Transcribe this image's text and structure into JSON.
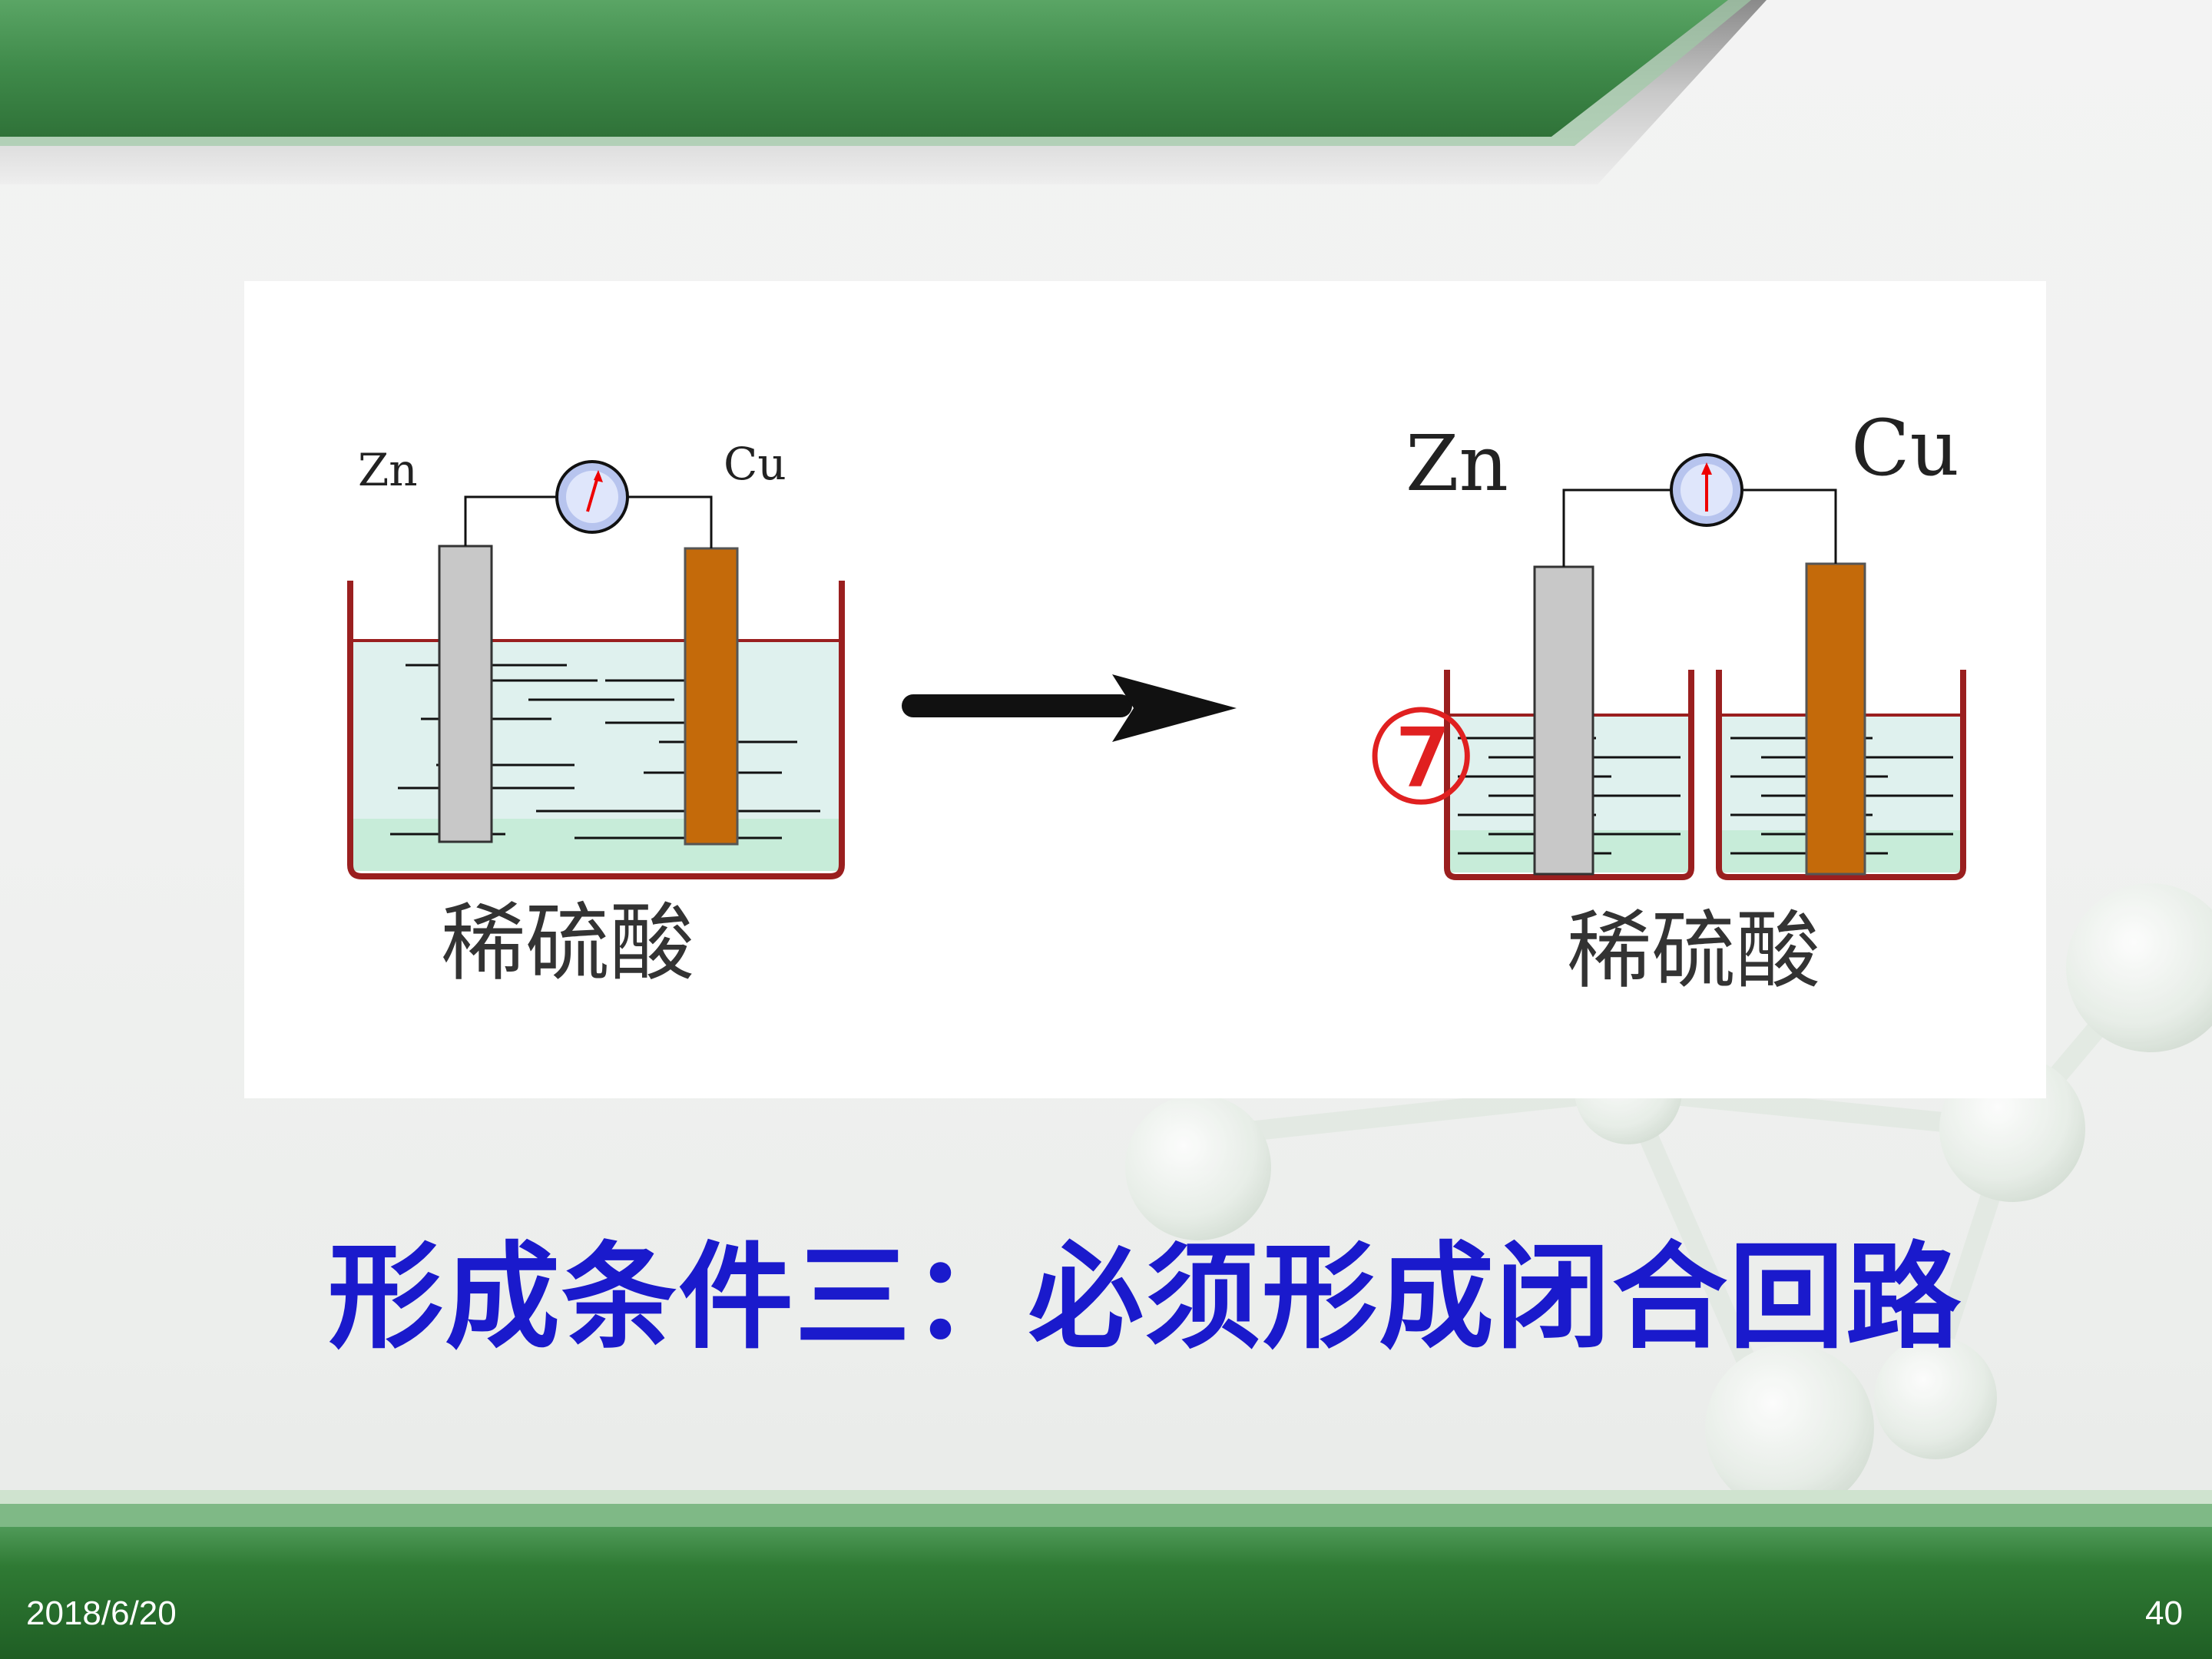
{
  "diagram": {
    "left_cell": {
      "zn_label": "Zn",
      "cu_label": "Cu",
      "solution_label": "稀硫酸"
    },
    "right_cell": {
      "marker": "⑦",
      "zn_label": "Zn",
      "cu_label": "Cu",
      "solution_label": "稀硫酸"
    }
  },
  "caption": "形成条件三：必须形成闭合回路",
  "footer": {
    "date": "2018/6/20",
    "page": "40"
  },
  "colors": {
    "header_green": "#3f8a4a",
    "footer_green": "#2f7a34",
    "caption_blue": "#1a1acc",
    "zinc_gray": "#c8c8c8",
    "copper_orange": "#c46a0a",
    "beaker_red": "#9a1f1f",
    "marker_red": "#e02020"
  }
}
